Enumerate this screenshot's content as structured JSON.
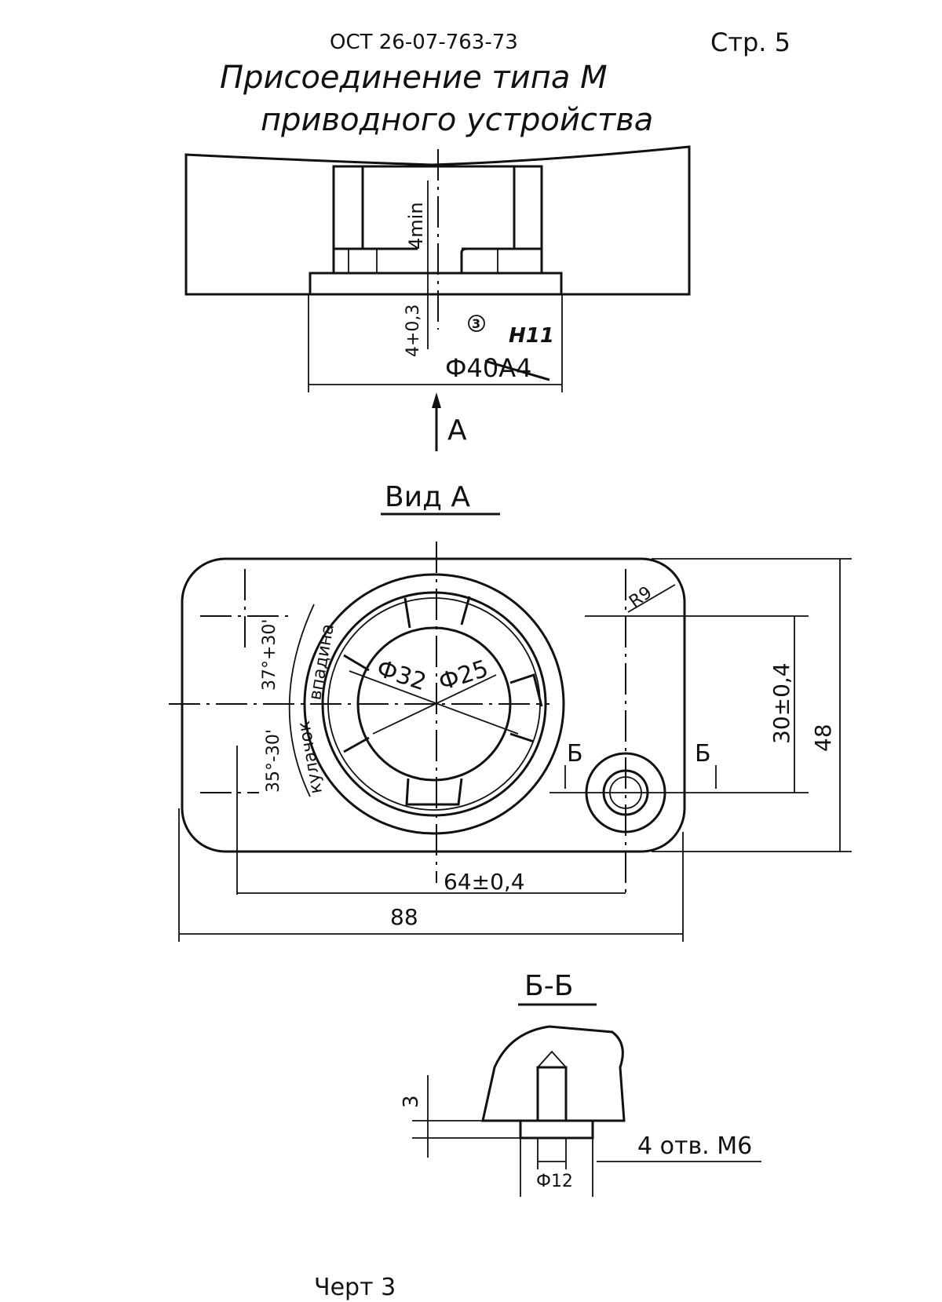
{
  "header": {
    "doc_code": "ОСТ 26-07-763-73",
    "page": "Стр. 5"
  },
  "title": {
    "line1": "Присоединение типа М",
    "line2": "приводного устройства"
  },
  "section_top": {
    "dim_depth": "4min",
    "dim_step": "4+0,3",
    "note_marker": "3",
    "tolerance_new": "H11",
    "diameter": "Ф40А4",
    "view_arrow_label": "A"
  },
  "view_a": {
    "title": "Вид А",
    "dia_outer": "Ф32",
    "dia_inner": "Ф25",
    "angle_top": "37°+30'",
    "angle_bottom": "35°-30'",
    "label_groove": "впадина",
    "label_cam": "кулачок",
    "radius": "R9",
    "section_mark_left": "Б",
    "section_mark_right": "Б",
    "dim_vertical_holes": "30±0,4",
    "dim_height": "48",
    "dim_horizontal_holes": "64±0,4",
    "dim_width": "88"
  },
  "section_bb": {
    "title": "Б-Б",
    "dim_depth": "3",
    "holes_note": "4 отв. М6",
    "dia": "Ф12"
  },
  "figure_label": "Черт 3"
}
